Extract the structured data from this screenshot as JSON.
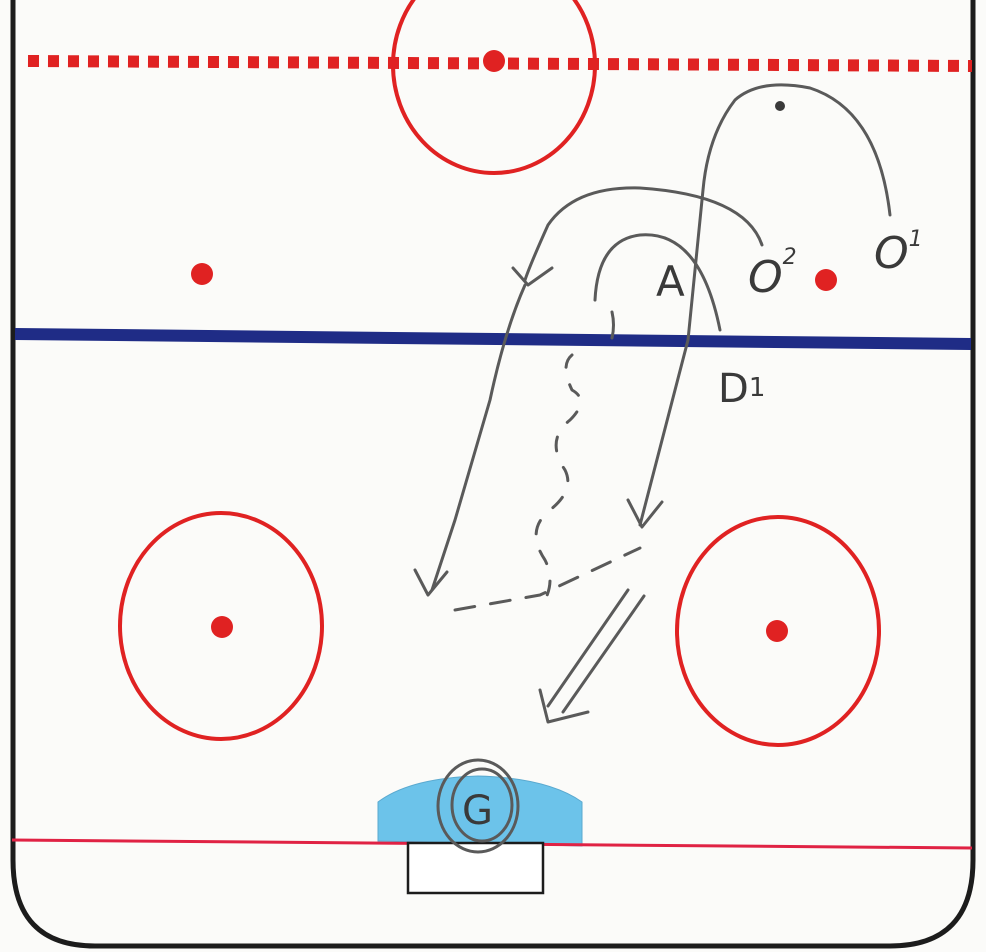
{
  "diagram": {
    "players": {
      "o1": {
        "letter": "O",
        "sup": "1"
      },
      "o2": {
        "letter": "O",
        "sup": "2"
      },
      "d1": {
        "letter": "D",
        "sup": "1"
      },
      "coach": {
        "symbol": "A"
      },
      "goalie": {
        "letter": "G"
      }
    },
    "colors": {
      "rink_red": "#e02222",
      "blue_line": "#1f2c86",
      "crease": "#6cc3ea",
      "ink": "#5a5a5a",
      "board": "#1c1c1c",
      "ice": "#fbfbf9"
    }
  }
}
